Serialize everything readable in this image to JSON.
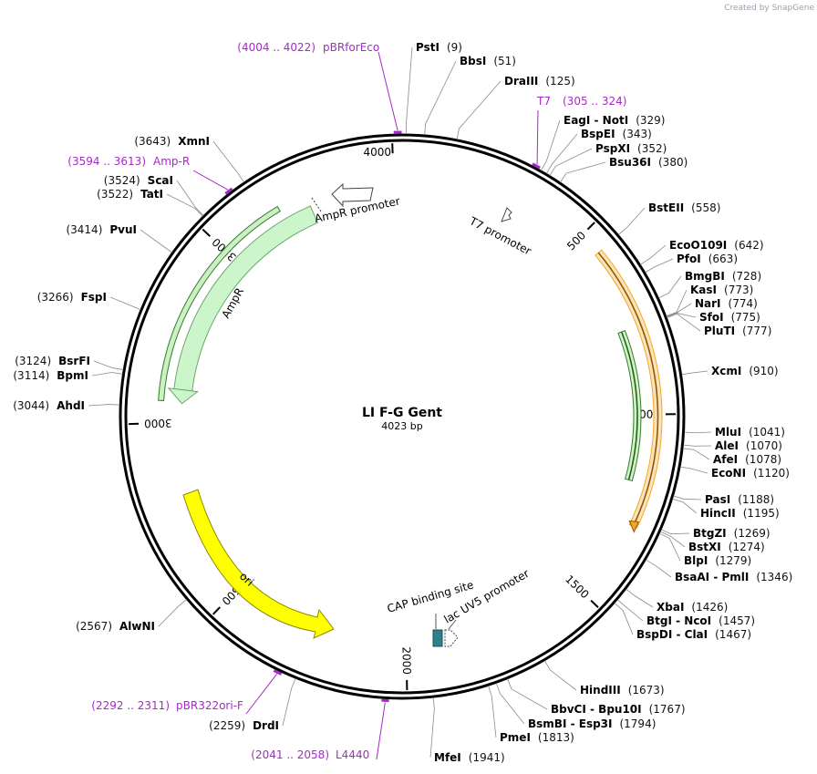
{
  "brand": "Created by SnapGene",
  "plasmid": {
    "name": "LI F-G Gent",
    "length_label": "4023 bp",
    "length": 4023
  },
  "ticks": [
    {
      "pos": 500,
      "label": "500"
    },
    {
      "pos": 1000,
      "label": "1000"
    },
    {
      "pos": 1500,
      "label": "1500"
    },
    {
      "pos": 2000,
      "label": "2000"
    },
    {
      "pos": 2500,
      "label": "2500"
    },
    {
      "pos": 3000,
      "label": "3000"
    },
    {
      "pos": 3500,
      "label": "3500"
    },
    {
      "pos": 4000,
      "label": "4000"
    }
  ],
  "enzymes": [
    {
      "name": "PstI",
      "pos": "(9)",
      "bp": 9
    },
    {
      "name": "BbsI",
      "pos": "(51)",
      "bp": 51
    },
    {
      "name": "DraIII",
      "pos": "(125)",
      "bp": 125
    },
    {
      "name": "EagI - NotI",
      "pos": "(329)",
      "bp": 329
    },
    {
      "name": "BspEI",
      "pos": "(343)",
      "bp": 343
    },
    {
      "name": "PspXI",
      "pos": "(352)",
      "bp": 352
    },
    {
      "name": "Bsu36I",
      "pos": "(380)",
      "bp": 380
    },
    {
      "name": "BstEII",
      "pos": "(558)",
      "bp": 558
    },
    {
      "name": "EcoO109I",
      "pos": "(642)",
      "bp": 642
    },
    {
      "name": "PfoI",
      "pos": "(663)",
      "bp": 663
    },
    {
      "name": "BmgBI",
      "pos": "(728)",
      "bp": 728
    },
    {
      "name": "KasI",
      "pos": "(773)",
      "bp": 773
    },
    {
      "name": "NarI",
      "pos": "(774)",
      "bp": 774
    },
    {
      "name": "SfoI",
      "pos": "(775)",
      "bp": 775
    },
    {
      "name": "PluTI",
      "pos": "(777)",
      "bp": 777
    },
    {
      "name": "XcmI",
      "pos": "(910)",
      "bp": 910
    },
    {
      "name": "MluI",
      "pos": "(1041)",
      "bp": 1041
    },
    {
      "name": "AleI",
      "pos": "(1070)",
      "bp": 1070
    },
    {
      "name": "AfeI",
      "pos": "(1078)",
      "bp": 1078
    },
    {
      "name": "EcoNI",
      "pos": "(1120)",
      "bp": 1120
    },
    {
      "name": "PasI",
      "pos": "(1188)",
      "bp": 1188
    },
    {
      "name": "HincII",
      "pos": "(1195)",
      "bp": 1195
    },
    {
      "name": "BtgZI",
      "pos": "(1269)",
      "bp": 1269
    },
    {
      "name": "BstXI",
      "pos": "(1274)",
      "bp": 1274
    },
    {
      "name": "BlpI",
      "pos": "(1279)",
      "bp": 1279
    },
    {
      "name": "BsaAI - PmlI",
      "pos": "(1346)",
      "bp": 1346
    },
    {
      "name": "XbaI",
      "pos": "(1426)",
      "bp": 1426
    },
    {
      "name": "BtgI - NcoI",
      "pos": "(1457)",
      "bp": 1457
    },
    {
      "name": "BspDI - ClaI",
      "pos": "(1467)",
      "bp": 1467
    },
    {
      "name": "HindIII",
      "pos": "(1673)",
      "bp": 1673
    },
    {
      "name": "BbvCI - Bpu10I",
      "pos": "(1767)",
      "bp": 1767
    },
    {
      "name": "BsmBI - Esp3I",
      "pos": "(1794)",
      "bp": 1794
    },
    {
      "name": "PmeI",
      "pos": "(1813)",
      "bp": 1813
    },
    {
      "name": "MfeI",
      "pos": "(1941)",
      "bp": 1941
    },
    {
      "name": "DrdI",
      "pos": "(2259)",
      "bp": 2259
    },
    {
      "name": "AlwNI",
      "pos": "(2567)",
      "bp": 2567
    },
    {
      "name": "AhdI",
      "pos": "(3044)",
      "bp": 3044
    },
    {
      "name": "BpmI",
      "pos": "(3114)",
      "bp": 3114
    },
    {
      "name": "BsrFI",
      "pos": "(3124)",
      "bp": 3124
    },
    {
      "name": "FspI",
      "pos": "(3266)",
      "bp": 3266
    },
    {
      "name": "PvuI",
      "pos": "(3414)",
      "bp": 3414
    },
    {
      "name": "TatI",
      "pos": "(3522)",
      "bp": 3522
    },
    {
      "name": "ScaI",
      "pos": "(3524)",
      "bp": 3524
    },
    {
      "name": "XmnI",
      "pos": "(3643)",
      "bp": 3643
    }
  ],
  "primers": [
    {
      "name": "pBRforEco",
      "range": "(4004 .. 4022)",
      "start": 4004,
      "end": 4022
    },
    {
      "name": "T7",
      "range": "(305 .. 324)",
      "start": 305,
      "end": 324
    },
    {
      "name": "Amp-R",
      "range": "(3594 .. 3613)",
      "start": 3594,
      "end": 3613
    },
    {
      "name": "pBR322ori-F",
      "range": "(2292 .. 2311)",
      "start": 2292,
      "end": 2311
    },
    {
      "name": "L4440",
      "range": "(2041 .. 2058)",
      "start": 2041,
      "end": 2058
    }
  ],
  "features": [
    {
      "name": "AmpR promoter",
      "color": "#ffffff"
    },
    {
      "name": "AmpR",
      "color": "#ccf5cc"
    },
    {
      "name": "T7 promoter",
      "color": "#ffffff"
    },
    {
      "name": "ori",
      "color": "#ffff00"
    },
    {
      "name": "CAP binding site",
      "color": "#2f7f8c"
    },
    {
      "name": "lac UV5 promoter",
      "color": "#ffffff"
    }
  ],
  "colors": {
    "primer": "#a52ac9",
    "gentamicin_orange": "#f5a623",
    "gentamicin_green": "#2e7d32"
  }
}
